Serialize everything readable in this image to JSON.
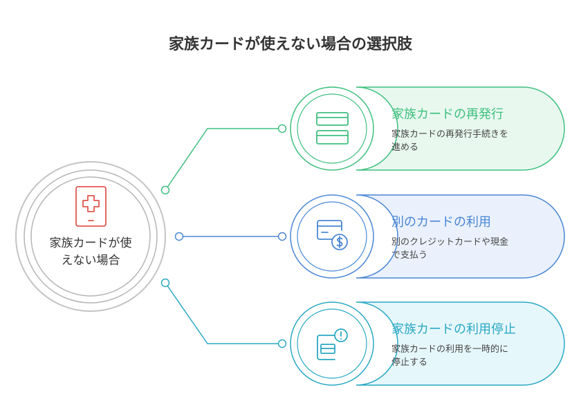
{
  "title": "家族カードが使えない場合の選択肢",
  "center": {
    "label_line1": "家族カードが使",
    "label_line2": "えない場合",
    "icon": "mobile-plus-icon"
  },
  "options": [
    {
      "title": "家族カードの再発行",
      "desc_line1": "家族カードの再発行手続きを",
      "desc_line2": "進める",
      "icon": "cards-icon",
      "color": "#3fbf7f",
      "fill": "#e8f8ef"
    },
    {
      "title": "別のカードの利用",
      "desc_line1": "別のクレジットカードや現金",
      "desc_line2": "で支払う",
      "icon": "card-dollar-icon",
      "color": "#4a86d4",
      "fill": "#eaf1fc"
    },
    {
      "title": "家族カードの利用停止",
      "desc_line1": "家族カードの利用を一時的に",
      "desc_line2": "停止する",
      "icon": "card-alert-icon",
      "color": "#2aa8c4",
      "fill": "#e6f7fb"
    }
  ],
  "colors": {
    "center_ring": "#b5b5b5",
    "center_icon": "#e0584f",
    "text": "#333333"
  }
}
